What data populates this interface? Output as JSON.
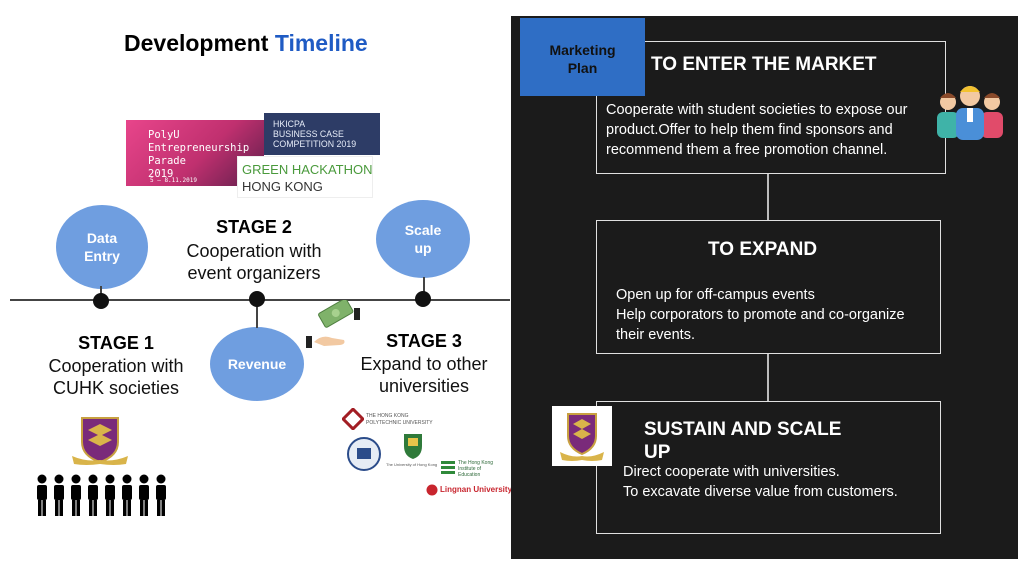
{
  "left": {
    "title_part1": "Development",
    "title_part2": "Timeline",
    "posters": {
      "polyu_text": "PolyU\nEntrepreneurship\nParade\n2019",
      "polyu_date": "5 — 8.11.2019",
      "hkicpa_text": "HKICPA\nBUSINESS CASE\nCOMPETITION 2019",
      "green_line1": "GREEN HACKATHON",
      "green_line2": "HONG KONG"
    },
    "bubbles": {
      "data_entry": "Data Entry",
      "revenue": "Revenue",
      "scale_up": "Scale up"
    },
    "stage1": {
      "head": "STAGE 1",
      "line1": "Cooperation with",
      "line2": "CUHK societies"
    },
    "stage2": {
      "head": "STAGE 2",
      "line1": "Cooperation with",
      "line2": "event organizers"
    },
    "stage3": {
      "head": "STAGE 3",
      "line1": "Expand to other",
      "line2": "universities"
    },
    "logos": {
      "polyu": "THE HONG KONG POLYTECHNIC UNIVERSITY",
      "hku": "The University of Hong Kong",
      "eduhk": "The Hong Kong Institute of Education",
      "lingnan": "Lingnan University"
    }
  },
  "right": {
    "marketing_plan": "Marketing Plan",
    "box1": {
      "heading": "TO ENTER THE MARKET",
      "line1": "Cooperate with student societies to expose our",
      "line2": "product.Offer to help them find sponsors and",
      "line3": "recommend them a free promotion channel."
    },
    "box2": {
      "heading": "TO EXPAND",
      "line1": "Open up for off-campus events",
      "line2": "Help corporators to promote and co-organize",
      "line3": "their events."
    },
    "box3": {
      "heading_line1": "SUSTAIN AND SCALE",
      "heading_line2": "UP",
      "line1": "Direct cooperate with universities.",
      "line2": "To excavate diverse value from customers."
    }
  },
  "colors": {
    "accent_blue": "#1f5bc4",
    "bubble_blue": "#6f9ee0",
    "panel_dark": "#1b1b1b",
    "marketing_blue": "#2f6ec5"
  }
}
